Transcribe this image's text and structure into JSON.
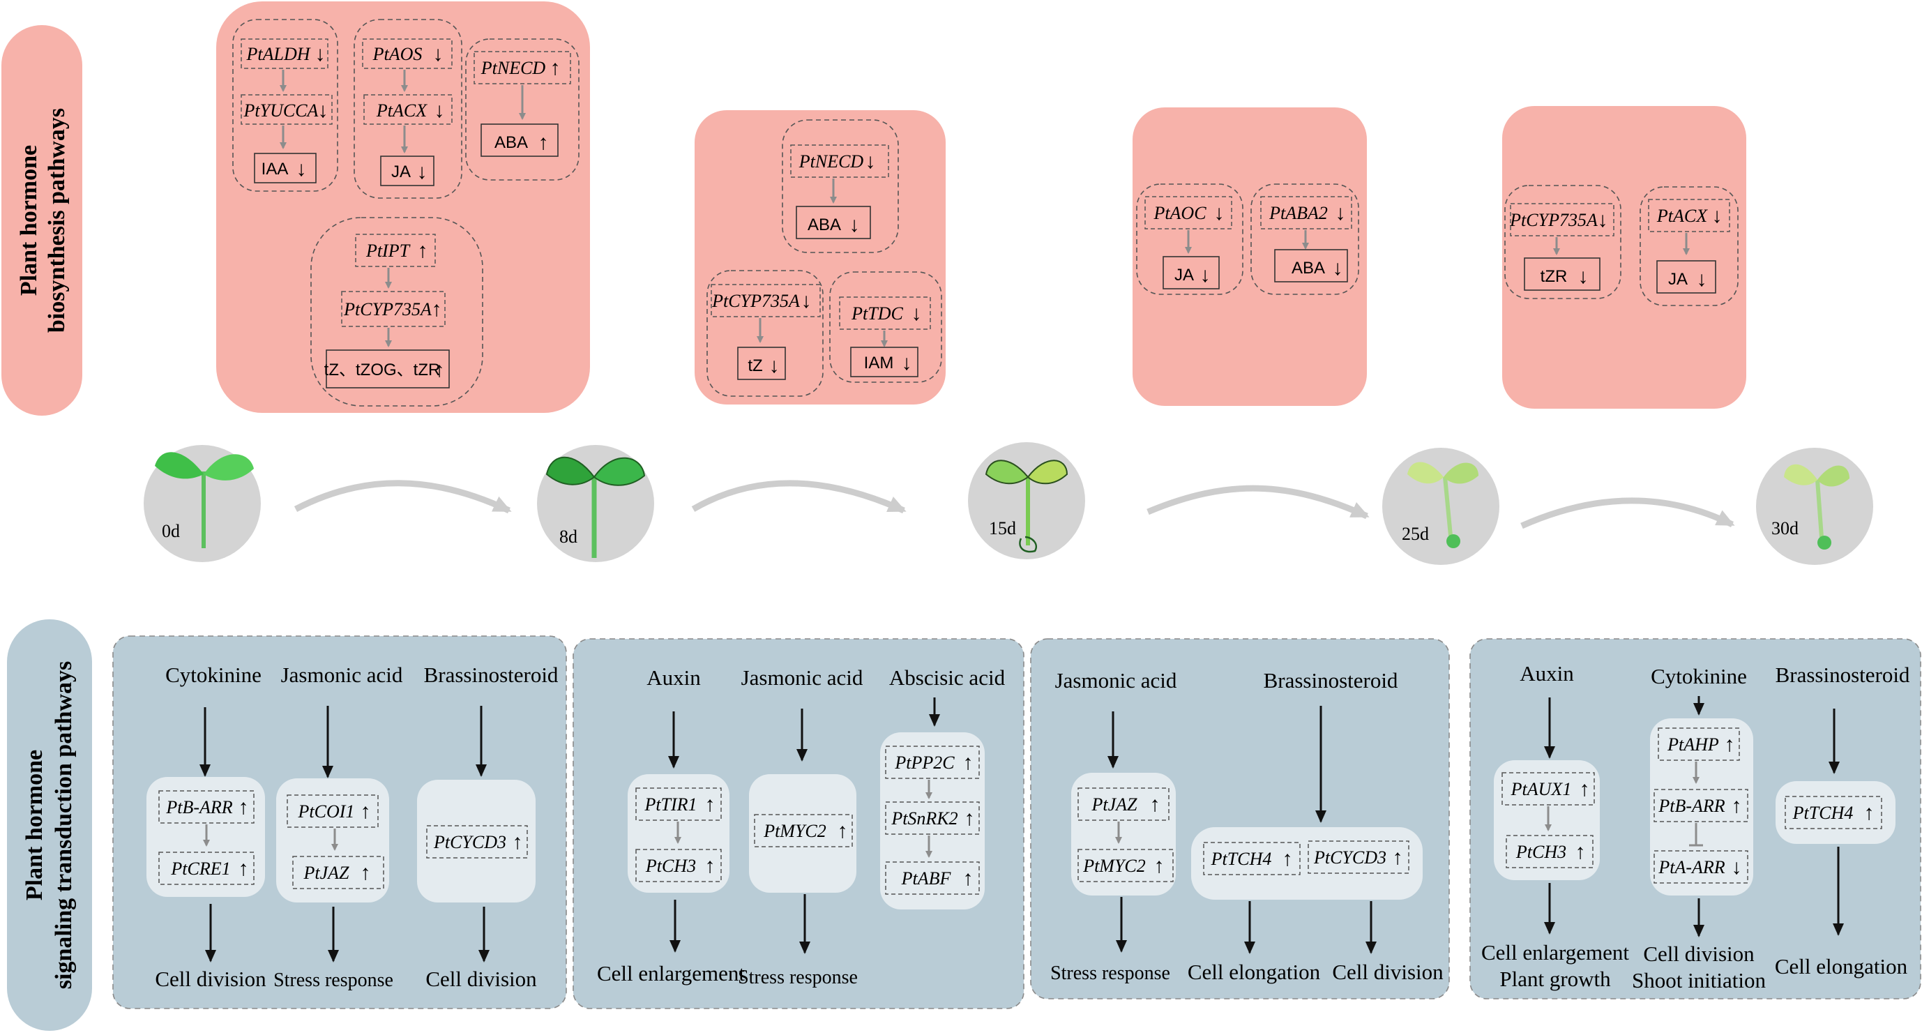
{
  "side_labels": {
    "biosynthesis": [
      "Plant hormone",
      "biosynthesis pathways"
    ],
    "signaling": [
      "Plant hormone",
      "signaling transduction pathways"
    ]
  },
  "stages": [
    "0d",
    "8d",
    "15d",
    "25d",
    "30d"
  ],
  "biosynthesis": {
    "p1": {
      "aldh": "PtALDH",
      "aldh_dir": "↓",
      "yucca": "PtYUCCA",
      "yucca_dir": "↓",
      "iaa": "IAA",
      "iaa_dir": "↓",
      "aos": "PtAOS",
      "aos_dir": "↓",
      "acx": "PtACX",
      "acx_dir": "↓",
      "ja": "JA",
      "ja_dir": "↓",
      "necd": "PtNECD",
      "necd_dir": "↑",
      "aba": "ABA",
      "aba_dir": "↑",
      "ipt": "PtIPT",
      "ipt_dir": "↑",
      "cyp": "PtCYP735A",
      "cyp_dir": "↑",
      "tz": "tZ、tZOG、tZR",
      "tz_dir": "↑"
    },
    "p2": {
      "necd": "PtNECD",
      "necd_dir": "↓",
      "aba": "ABA",
      "aba_dir": "↓",
      "cyp": "PtCYP735A",
      "cyp_dir": "↓",
      "tz": "tZ",
      "tz_dir": "↓",
      "tdc": "PtTDC",
      "tdc_dir": "↓",
      "iam": "IAM",
      "iam_dir": "↓"
    },
    "p3": {
      "aoc": "PtAOC",
      "aoc_dir": "↓",
      "ja": "JA",
      "ja_dir": "↓",
      "aba2": "PtABA2",
      "aba2_dir": "↓",
      "aba": "ABA",
      "aba_dir": "↓"
    },
    "p4": {
      "cyp": "PtCYP735A",
      "cyp_dir": "↓",
      "tzr": "tZR",
      "tzr_dir": "↓",
      "acx": "PtACX",
      "acx_dir": "↓",
      "ja": "JA",
      "ja_dir": "↓"
    }
  },
  "signaling": {
    "p1": {
      "h1": "Cytokinine",
      "h2": "Jasmonic acid",
      "h3": "Brassinosteroid",
      "barr": "PtB-ARR",
      "barr_dir": "↑",
      "cre1": "PtCRE1",
      "cre1_dir": "↑",
      "coi1": "PtCOI1",
      "coi1_dir": "↑",
      "jaz": "PtJAZ",
      "jaz_dir": "↑",
      "cycd3": "PtCYCD3",
      "cycd3_dir": "↑",
      "o1": "Cell division",
      "o2": "Stress response",
      "o3": "Cell division"
    },
    "p2": {
      "h1": "Auxin",
      "h2": "Jasmonic acid",
      "h3": "Abscisic acid",
      "tir1": "PtTIR1",
      "tir1_dir": "↑",
      "ch3": "PtCH3",
      "ch3_dir": "↑",
      "myc2": "PtMYC2",
      "myc2_dir": "↑",
      "pp2c": "PtPP2C",
      "pp2c_dir": "↑",
      "snrk2": "PtSnRK2",
      "snrk2_dir": "↑",
      "abf": "PtABF",
      "abf_dir": "↑",
      "o1": "Cell enlargement",
      "o2": "Stress response"
    },
    "p3": {
      "h1": "Jasmonic acid",
      "h2": "Brassinosteroid",
      "jaz": "PtJAZ",
      "jaz_dir": "↑",
      "myc2": "PtMYC2",
      "myc2_dir": "↑",
      "tch4": "PtTCH4",
      "tch4_dir": "↑",
      "cycd3": "PtCYCD3",
      "cycd3_dir": "↑",
      "o1": "Stress response",
      "o2": "Cell elongation",
      "o3": "Cell division"
    },
    "p4": {
      "h1": "Auxin",
      "h2": "Cytokinine",
      "h3": "Brassinosteroid",
      "aux1": "PtAUX1",
      "aux1_dir": "↑",
      "ch3": "PtCH3",
      "ch3_dir": "↑",
      "ahp": "PtAHP",
      "ahp_dir": "↑",
      "barr": "PtB-ARR",
      "barr_dir": "↑",
      "aarr": "PtA-ARR",
      "aarr_dir": "↓",
      "tch4": "PtTCH4",
      "tch4_dir": "↑",
      "o1a": "Cell enlargement",
      "o1b": "Plant growth",
      "o2a": "Cell division",
      "o2b": "Shoot initiation",
      "o3": "Cell elongation"
    }
  },
  "colors": {
    "biosynthesis_fill": "#f7b2aa",
    "signaling_fill": "#b9ccd6",
    "inner_fill": "#e4ebef",
    "seedling_circle": "#d4d4d4",
    "timeline_arrow": "#cdcdcd"
  }
}
